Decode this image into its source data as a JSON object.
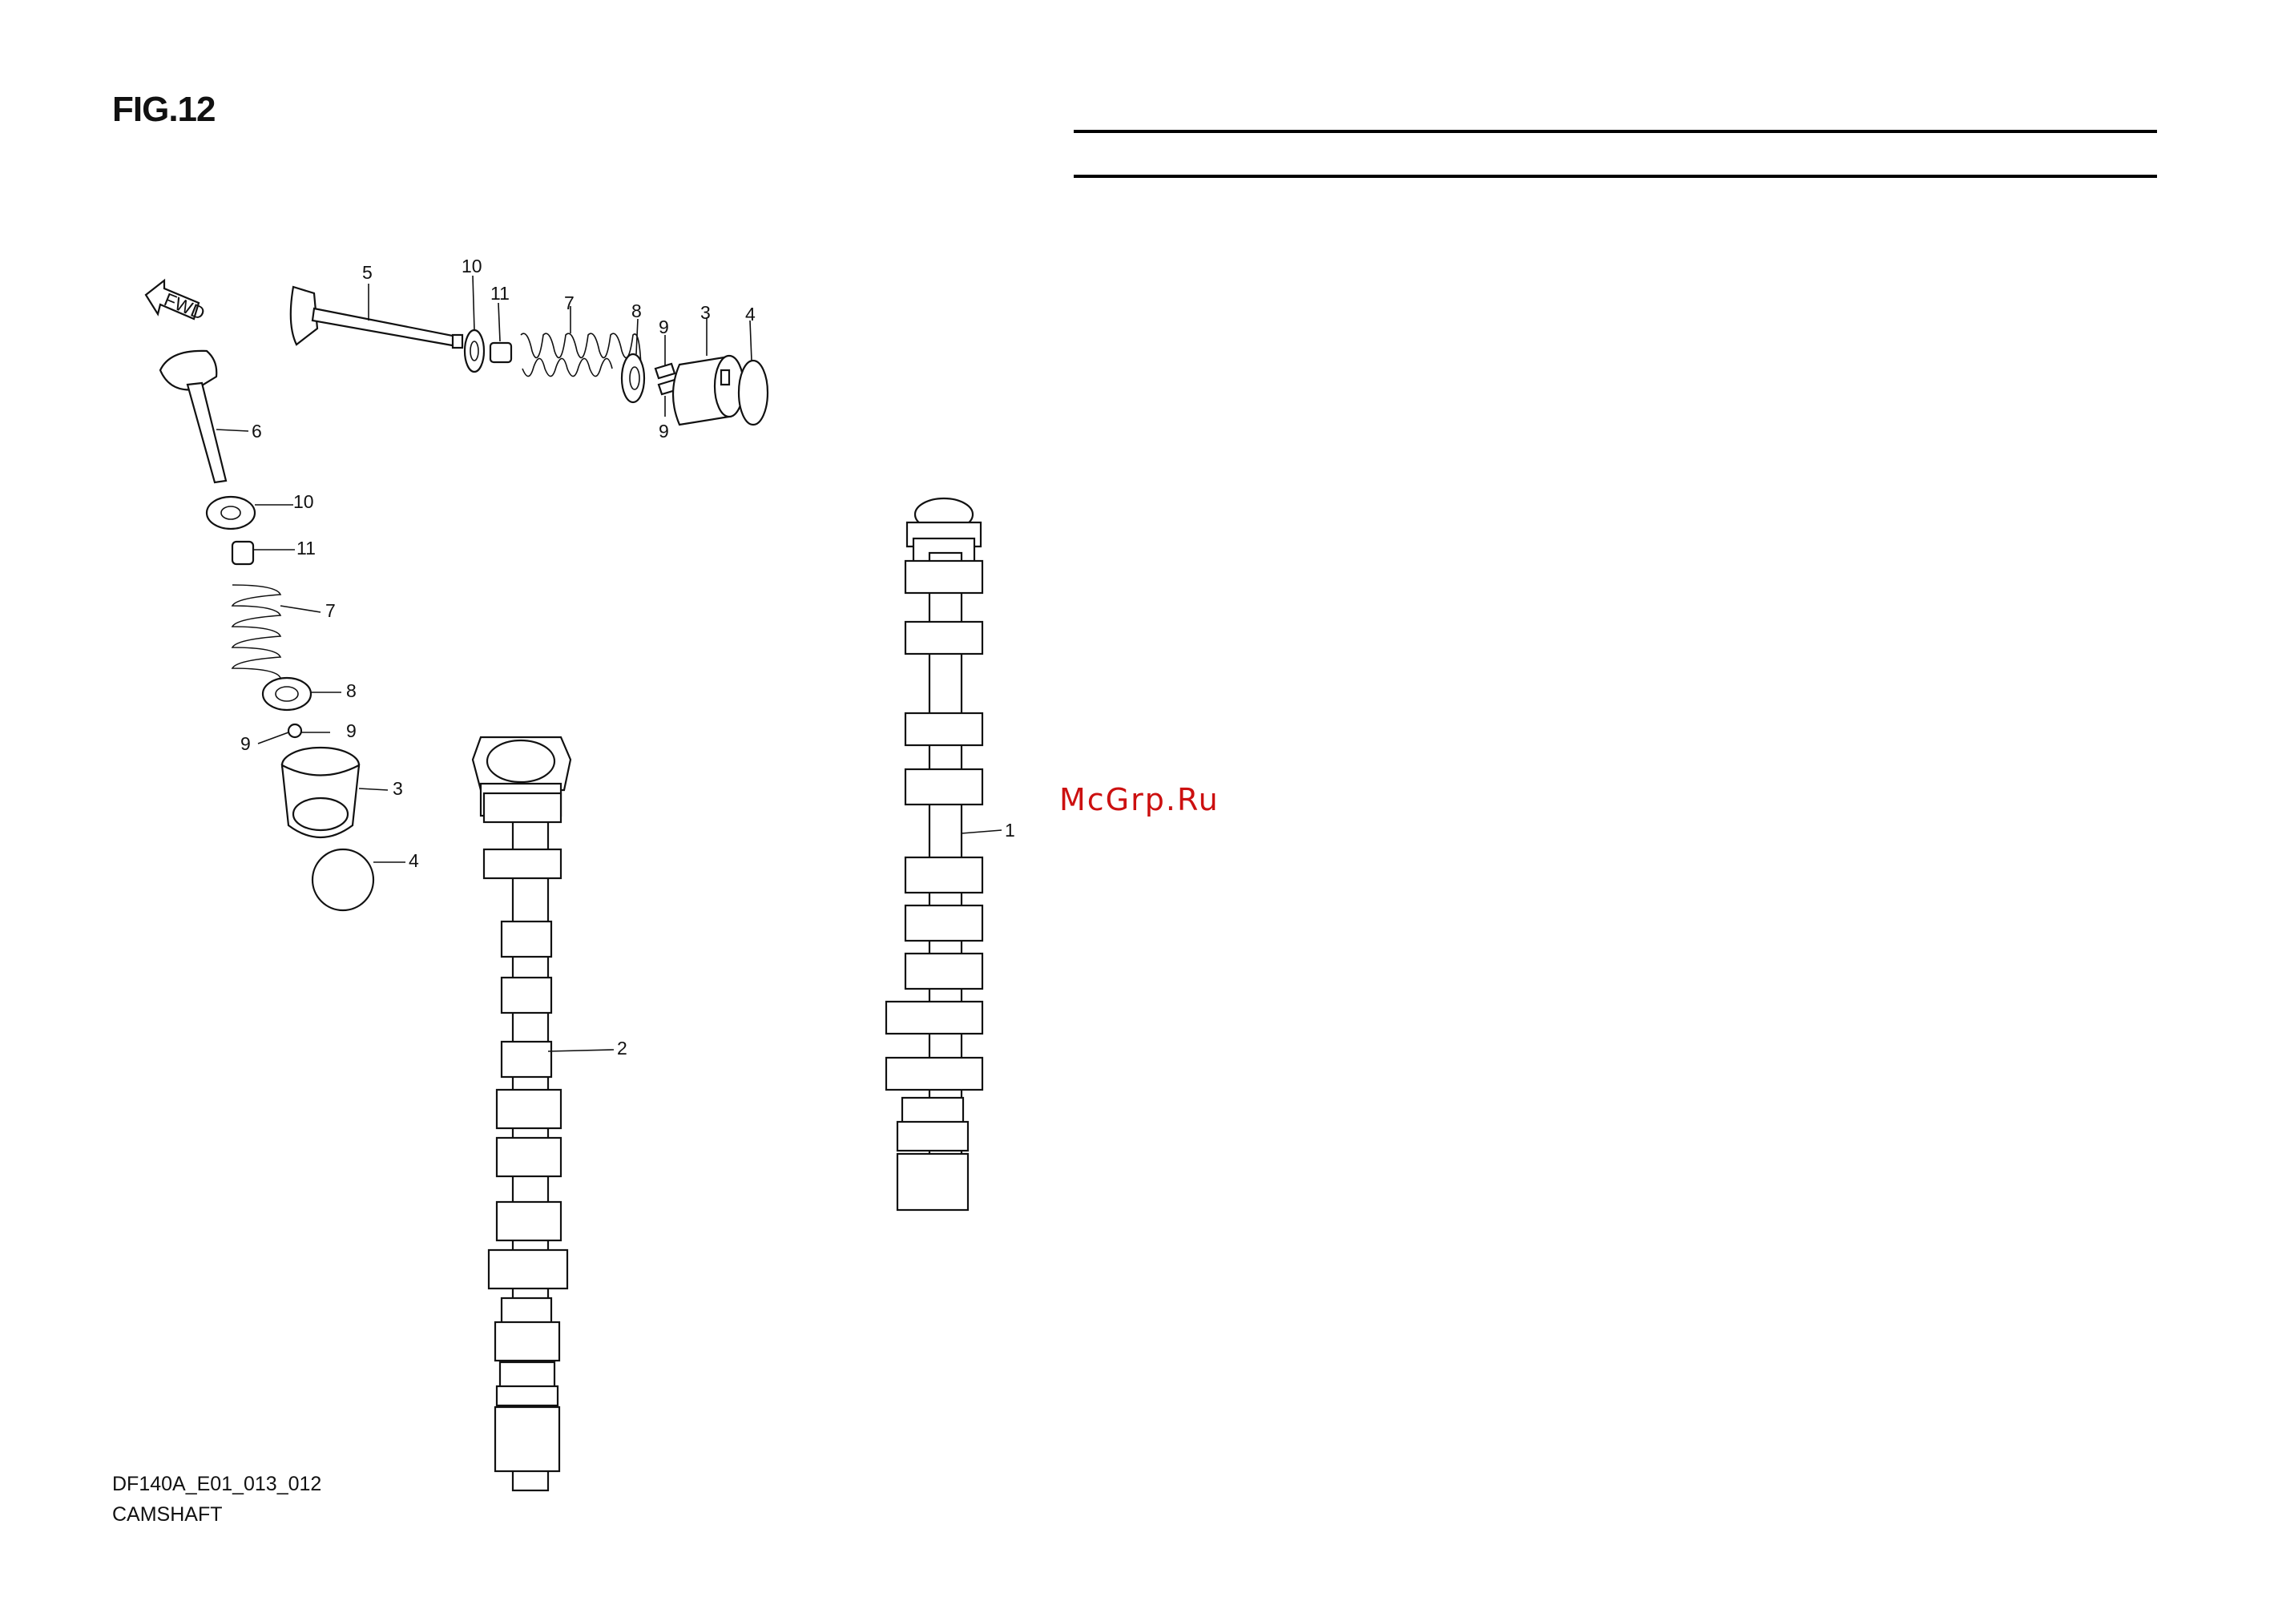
{
  "header": {
    "figure": "FIG.12"
  },
  "watermark": "McGrp.Ru",
  "footer": {
    "code": "DF140A_E01_013_012",
    "name": "CAMSHAFT"
  },
  "fwd_label": "FWD",
  "callouts": {
    "exhaust_valve": "5",
    "retainer_top": "10",
    "cotter_top": "11",
    "spring_top": "7",
    "seat_top": "8",
    "cotter_a_top": "9",
    "cotter_b_top": "9",
    "tappet_top": "3",
    "shim_top": "4",
    "intake_valve": "6",
    "retainer_left": "10",
    "cotter_left": "11",
    "spring_left": "7",
    "seat_left": "8",
    "cotter_a_left": "9",
    "cotter_b_left": "9",
    "tappet_left": "3",
    "shim_left": "4",
    "camshaft_exhaust": "2",
    "camshaft_intake": "1"
  }
}
